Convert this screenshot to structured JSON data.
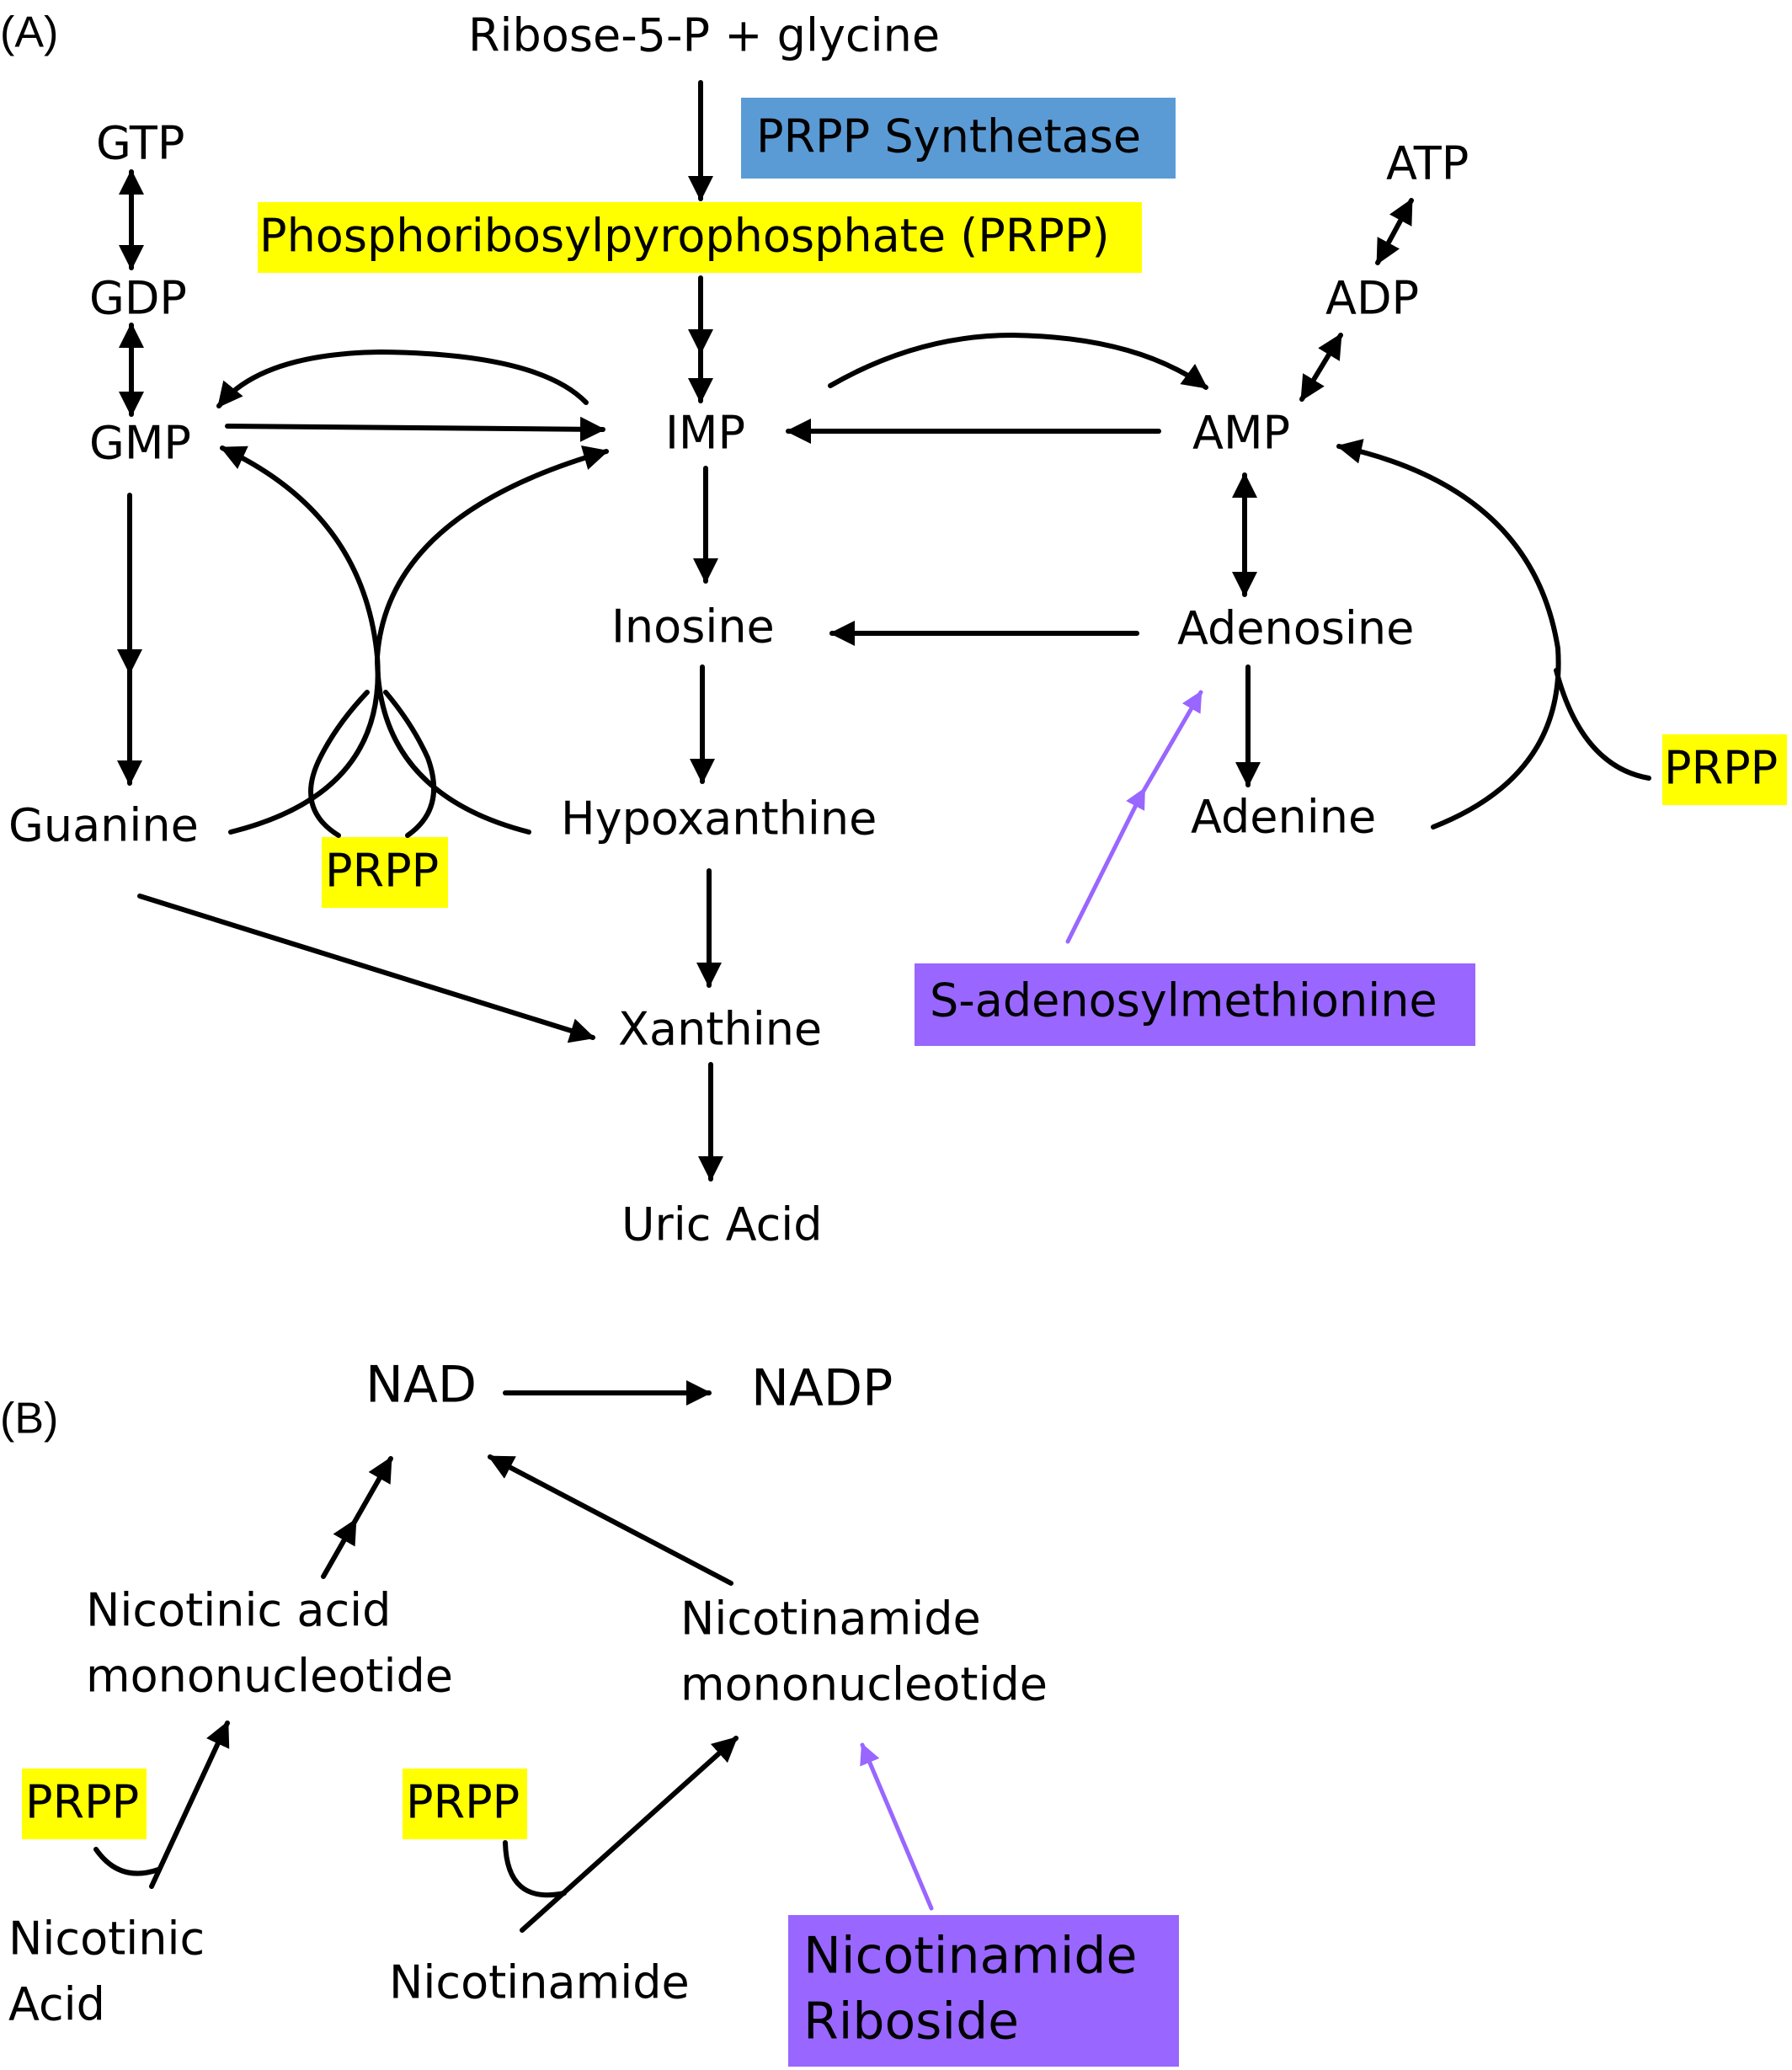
{
  "colors": {
    "prpp_highlight": "#ffff00",
    "enzyme_box": "#5b9bd5",
    "regulator_box": "#9966ff",
    "regulator_arrow": "#9966ff",
    "arrow": "#000000"
  },
  "panel_a": {
    "label": "(A)",
    "start": "Ribose-5-P + glycine",
    "enzyme": "PRPP Synthetase",
    "prpp_full": "Phosphoribosylpyrophosphate (PRPP)",
    "gtp": "GTP",
    "gdp": "GDP",
    "gmp": "GMP",
    "imp": "IMP",
    "amp": "AMP",
    "adp": "ADP",
    "atp": "ATP",
    "inosine": "Inosine",
    "adenosine": "Adenosine",
    "guanine": "Guanine",
    "hypoxanthine": "Hypoxanthine",
    "adenine": "Adenine",
    "prpp_left": "PRPP",
    "prpp_right": "PRPP",
    "xanthine": "Xanthine",
    "uric_acid": "Uric Acid",
    "sam": "S-adenosylmethionine"
  },
  "panel_b": {
    "label": "(B)",
    "nad": "NAD",
    "nadp": "NADP",
    "namn_line1": "Nicotinic acid",
    "namn_line2": "mononucleotide",
    "nmn_line1": "Nicotinamide",
    "nmn_line2": "mononucleotide",
    "prpp_1": "PRPP",
    "prpp_2": "PRPP",
    "nicotinic_acid_line1": "Nicotinic",
    "nicotinic_acid_line2": "Acid",
    "nicotinamide": "Nicotinamide",
    "nr_line1": "Nicotinamide",
    "nr_line2": "Riboside"
  }
}
